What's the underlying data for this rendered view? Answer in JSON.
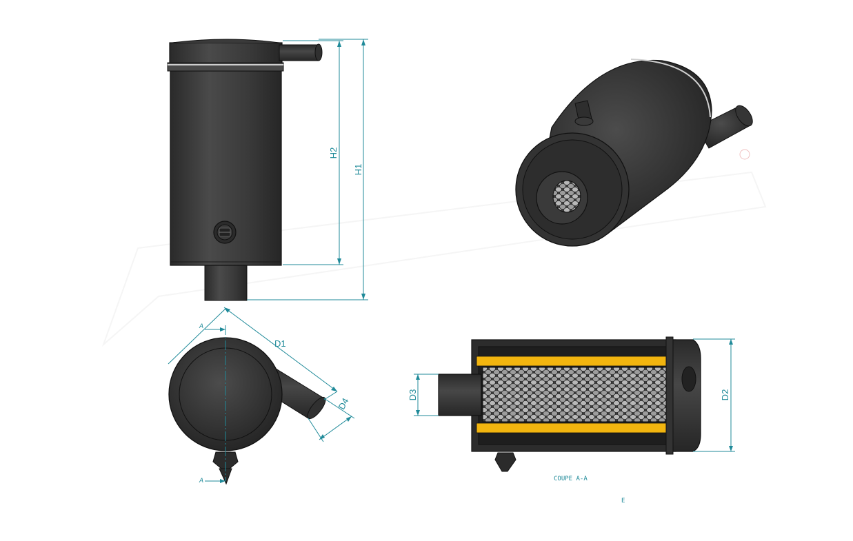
{
  "dimensions": {
    "h1": "H1",
    "h2": "H2",
    "d1": "D1",
    "d2": "D2",
    "d3": "D3",
    "d4": "D4"
  },
  "section": {
    "mark_top": "A",
    "mark_bottom": "A",
    "caption": "COUPE A-A"
  },
  "stray_mark": "E",
  "colors": {
    "dimension": "#1f8a99",
    "body": "#3b3b3b",
    "filter_media": "#f2b50f"
  }
}
